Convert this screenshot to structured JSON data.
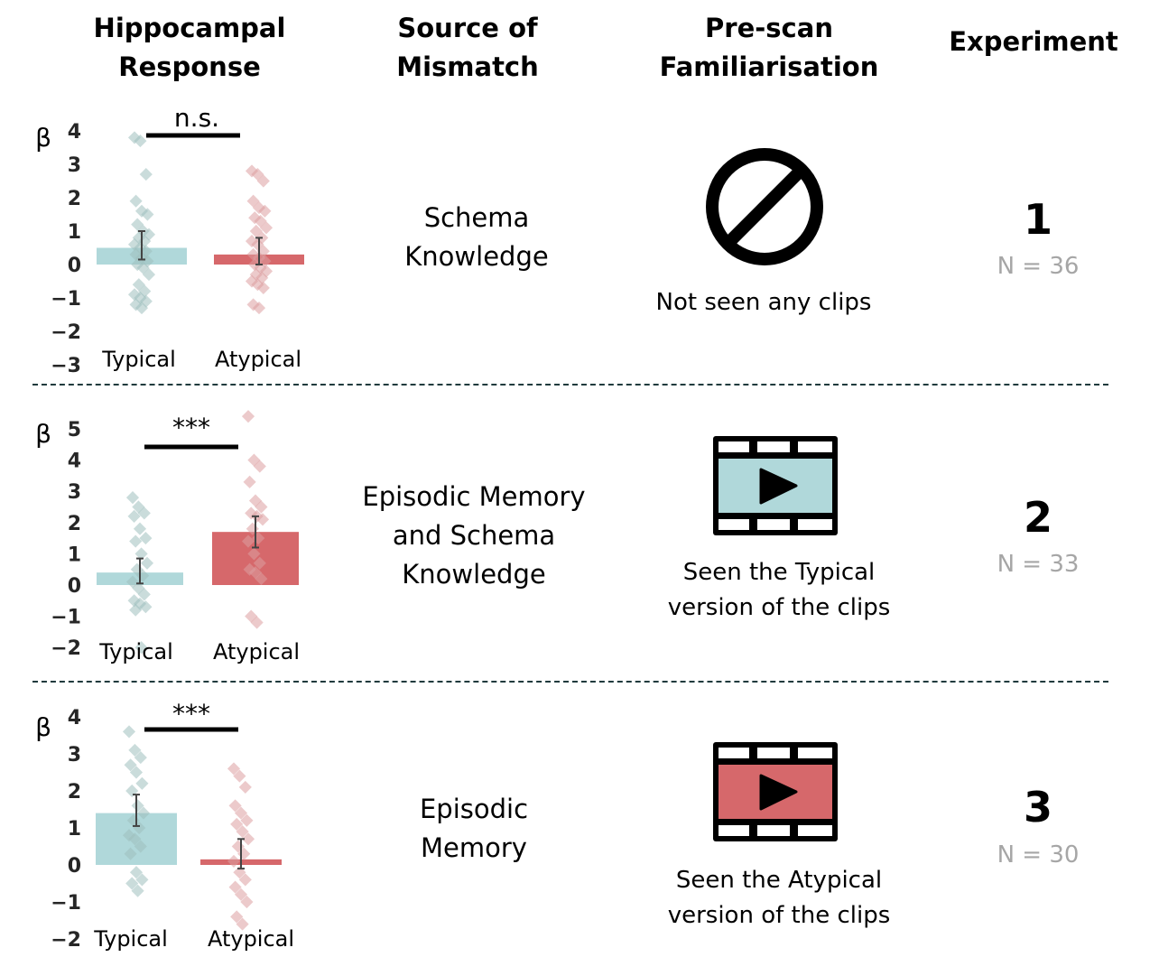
{
  "headers": {
    "response": [
      "Hippocampal",
      "Response"
    ],
    "source": [
      "Source of",
      "Mismatch"
    ],
    "prescan": [
      "Pre-scan",
      "Familiarisation"
    ],
    "experiment": "Experiment"
  },
  "rows": [
    {
      "source": [
        "Schema",
        "Knowledge"
      ],
      "prescan_text": [
        "Not seen any clips"
      ],
      "prescan_icon": "prohibited-icon",
      "experiment": "1",
      "n_label": "N = 36"
    },
    {
      "source": [
        "Episodic Memory",
        "and Schema",
        "Knowledge"
      ],
      "prescan_text": [
        "Seen the Typical",
        "version of the clips"
      ],
      "prescan_icon": "film-clip-typical-icon",
      "experiment": "2",
      "n_label": "N = 33"
    },
    {
      "source": [
        "Episodic",
        "Memory"
      ],
      "prescan_text": [
        "Seen the Atypical",
        "version of the clips"
      ],
      "prescan_icon": "film-clip-atypical-icon",
      "experiment": "3",
      "n_label": "N = 30"
    }
  ],
  "colors": {
    "typical": "#b0d8da",
    "atypical": "#d6686b",
    "typical_point": "#9fc0bd",
    "atypical_point": "#dc9ea0",
    "divider": "#1f3a3d",
    "n_label": "#a6a6a6"
  },
  "chart_data": [
    {
      "type": "bar",
      "title": "Experiment 1",
      "ylabel": "β",
      "categories": [
        "Typical",
        "Atypical"
      ],
      "values": [
        0.5,
        0.3
      ],
      "errors": [
        [
          0.15,
          1.0
        ],
        [
          0.0,
          0.8
        ]
      ],
      "ylim": [
        -3,
        4
      ],
      "yticks": [
        -3,
        -2,
        -1,
        0,
        1,
        2,
        3,
        4
      ],
      "significance": "n.s.",
      "points": {
        "Typical": [
          3.8,
          3.7,
          2.7,
          1.9,
          1.6,
          1.5,
          1.2,
          1.0,
          0.9,
          0.8,
          0.7,
          0.6,
          0.5,
          0.4,
          0.3,
          0.2,
          0.1,
          0.0,
          -0.1,
          -0.3,
          -0.6,
          -0.8,
          -0.9,
          -1.0,
          -1.1,
          -1.2,
          -1.3
        ],
        "Atypical": [
          2.8,
          2.7,
          2.5,
          1.9,
          1.7,
          1.6,
          1.4,
          1.3,
          1.1,
          1.0,
          0.8,
          0.7,
          0.6,
          0.4,
          0.3,
          0.2,
          0.1,
          0.0,
          -0.1,
          -0.2,
          -0.3,
          -0.4,
          -0.5,
          -0.6,
          -0.7,
          -1.2,
          -1.3
        ]
      }
    },
    {
      "type": "bar",
      "title": "Experiment 2",
      "ylabel": "β",
      "categories": [
        "Typical",
        "Atypical"
      ],
      "values": [
        0.4,
        1.7
      ],
      "errors": [
        [
          0.05,
          0.85
        ],
        [
          1.2,
          2.2
        ]
      ],
      "ylim": [
        -2,
        5
      ],
      "yticks": [
        -2,
        -1,
        0,
        1,
        2,
        3,
        4,
        5
      ],
      "significance": "***",
      "points": {
        "Typical": [
          2.8,
          2.5,
          2.3,
          2.2,
          1.8,
          1.5,
          1.4,
          1.0,
          0.7,
          0.5,
          0.3,
          0.1,
          -0.1,
          -0.3,
          -0.5,
          -0.6,
          -0.7,
          -0.8,
          -2.0
        ],
        "Atypical": [
          5.4,
          4.0,
          3.8,
          3.3,
          2.7,
          2.5,
          2.3,
          2.2,
          2.1,
          1.8,
          1.5,
          1.4,
          1.0,
          0.7,
          0.5,
          0.4,
          0.2,
          -1.0,
          -1.2
        ]
      }
    },
    {
      "type": "bar",
      "title": "Experiment 3",
      "ylabel": "β",
      "categories": [
        "Typical",
        "Atypical"
      ],
      "values": [
        1.4,
        0.15
      ],
      "errors": [
        [
          1.05,
          1.9
        ],
        [
          -0.1,
          0.7
        ]
      ],
      "ylim": [
        -2,
        4
      ],
      "yticks": [
        -2,
        -1,
        0,
        1,
        2,
        3,
        4
      ],
      "significance": "***",
      "points": {
        "Typical": [
          3.6,
          3.1,
          2.9,
          2.7,
          2.5,
          2.2,
          2.0,
          1.6,
          1.4,
          1.2,
          1.0,
          0.8,
          0.7,
          0.5,
          0.3,
          -0.2,
          -0.4,
          -0.5,
          -0.7
        ],
        "Atypical": [
          2.6,
          2.4,
          2.1,
          1.6,
          1.4,
          1.2,
          1.1,
          0.9,
          0.7,
          0.5,
          0.3,
          0.1,
          -0.2,
          -0.4,
          -0.6,
          -0.8,
          -1.0,
          -1.4,
          -1.6
        ]
      }
    }
  ]
}
